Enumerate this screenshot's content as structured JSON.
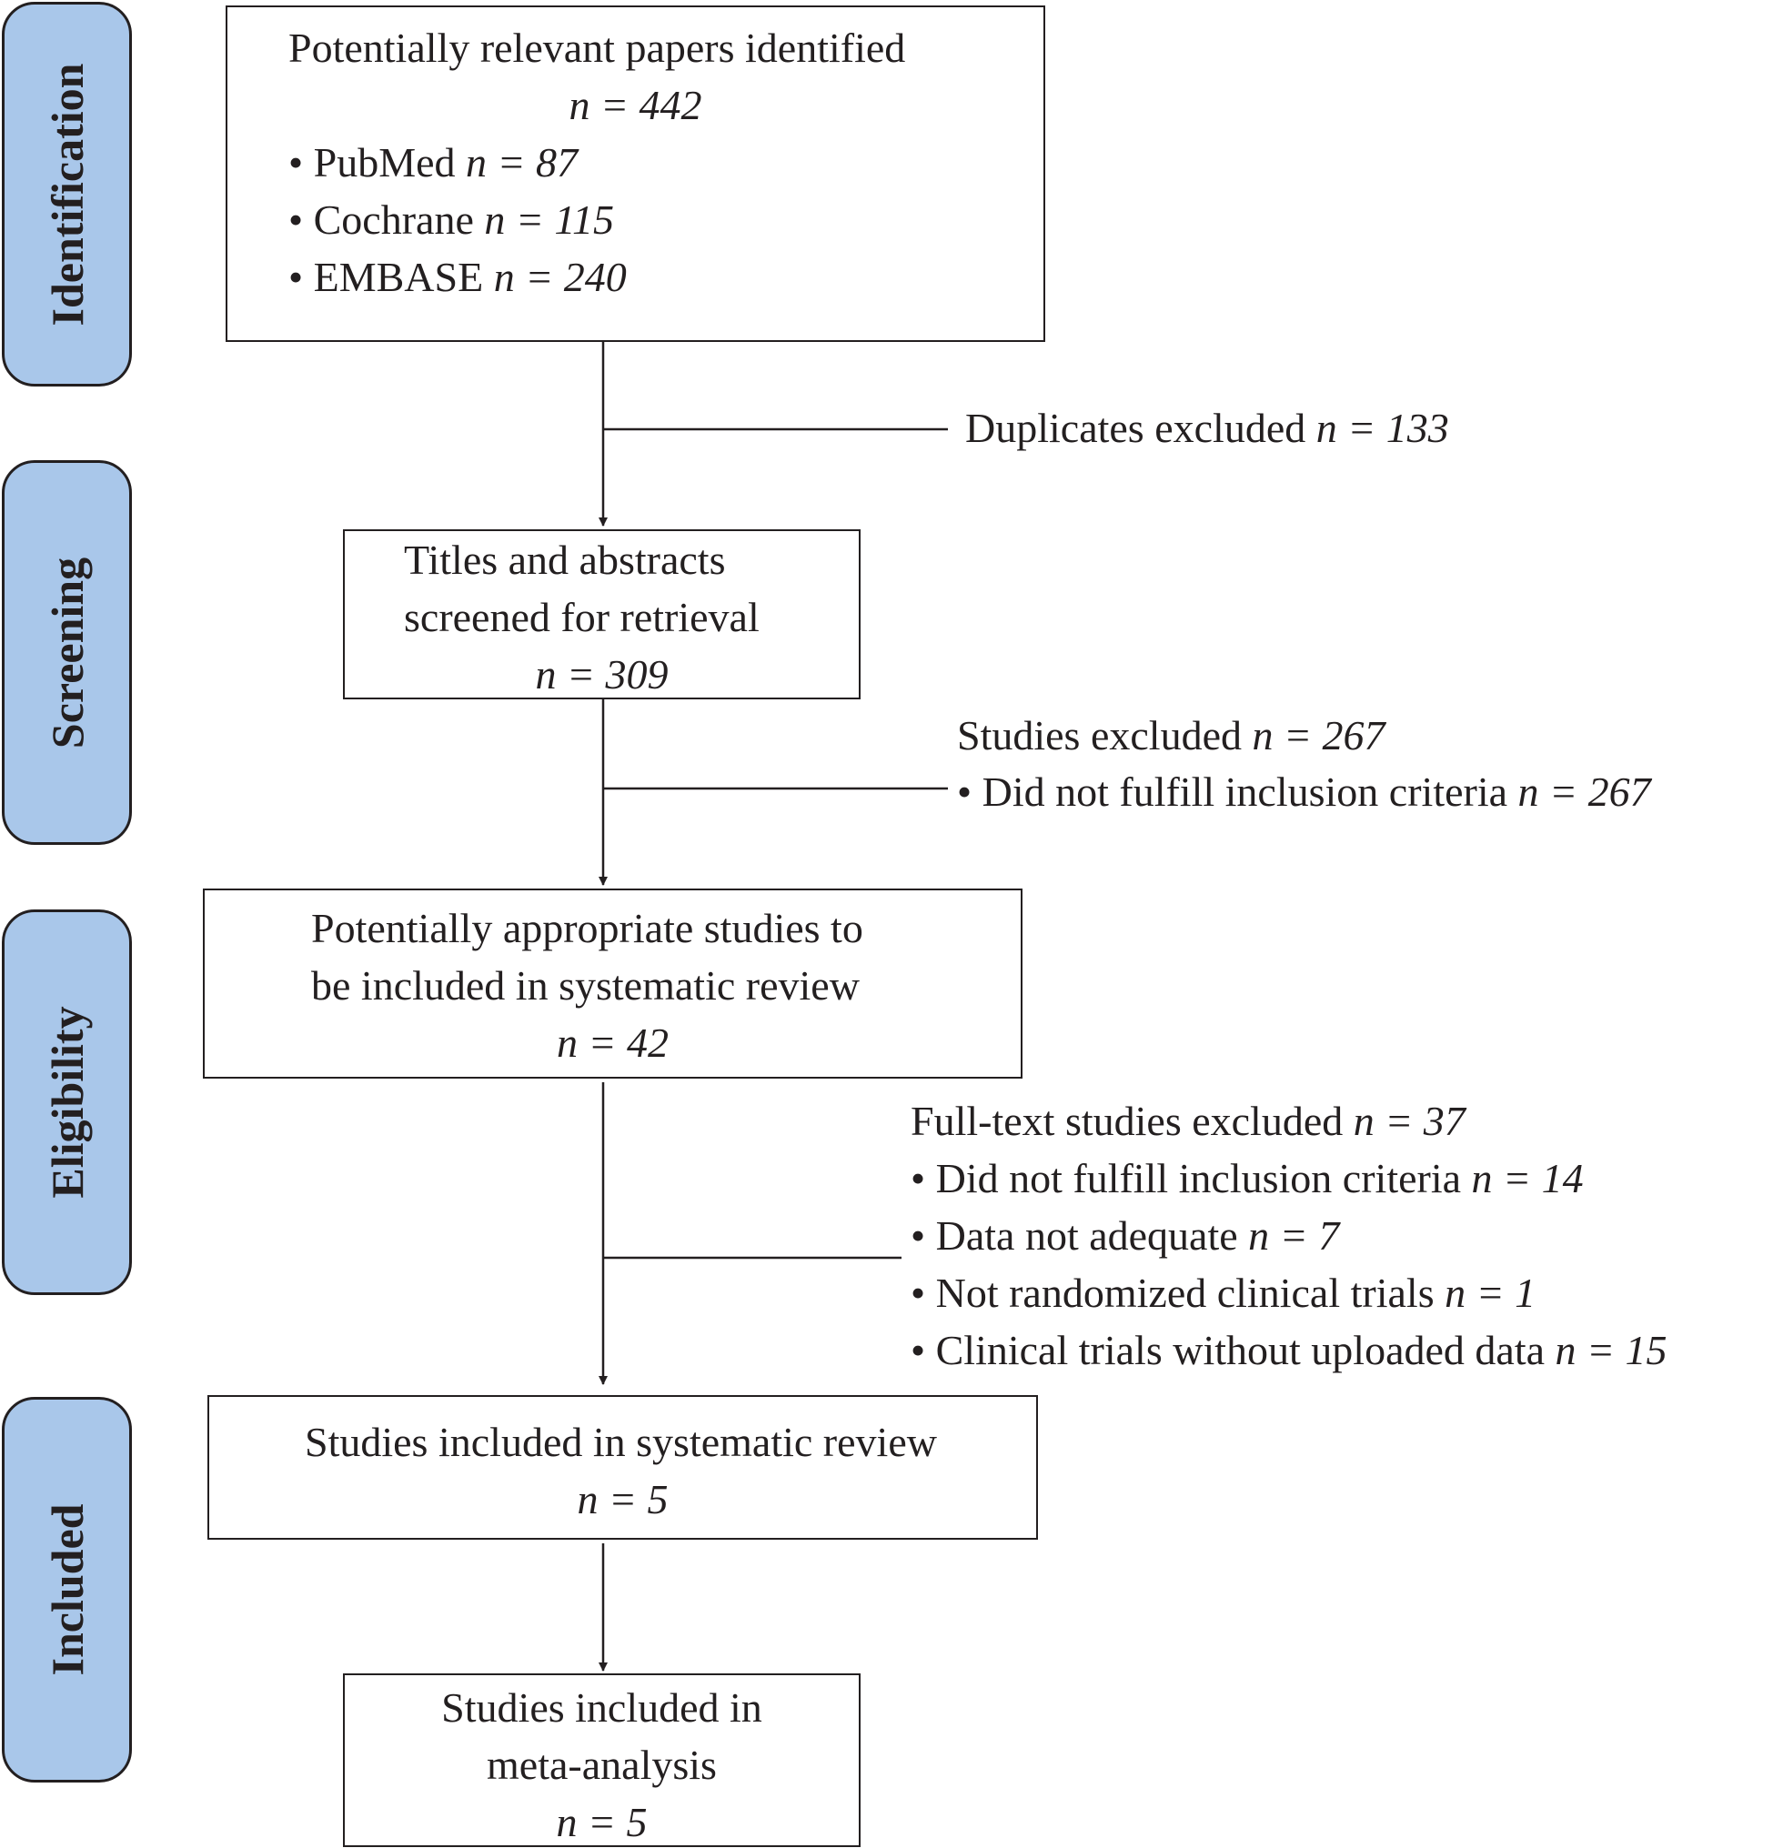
{
  "phases": {
    "identification": "Identification",
    "screening": "Screening",
    "eligibility": "Eligibility",
    "included": "Included"
  },
  "identified": {
    "title": "Potentially relevant papers identified",
    "n": "n = 442",
    "sources": [
      {
        "name": "PubMed",
        "n": "n = 87"
      },
      {
        "name": "Cochrane",
        "n": "n = 115"
      },
      {
        "name": "EMBASE",
        "n": "n = 240"
      }
    ]
  },
  "duplicates": {
    "label": "Duplicates excluded",
    "n": "n = 133"
  },
  "screened": {
    "line1": "Titles and abstracts",
    "line2": "screened for retrieval",
    "n": "n = 309"
  },
  "screen_excluded": {
    "label": "Studies excluded",
    "n": "n = 267",
    "reasons": [
      {
        "label": "Did not fulfill inclusion criteria",
        "n": "n = 267"
      }
    ]
  },
  "eligible": {
    "line1": "Potentially appropriate studies to",
    "line2": "be included in systematic review",
    "n": "n = 42"
  },
  "fulltext_excluded": {
    "label": "Full-text studies excluded",
    "n": "n = 37",
    "reasons": [
      {
        "label": "Did not fulfill inclusion criteria",
        "n": "n = 14"
      },
      {
        "label": "Data not adequate",
        "n": "n = 7"
      },
      {
        "label": "Not randomized clinical trials",
        "n": "n = 1"
      },
      {
        "label": "Clinical trials without uploaded data",
        "n": "n = 15"
      }
    ]
  },
  "review": {
    "line1": "Studies included in systematic review",
    "n": "n = 5"
  },
  "meta": {
    "line1": "Studies included in",
    "line2": "meta-analysis",
    "n": "n = 5"
  }
}
